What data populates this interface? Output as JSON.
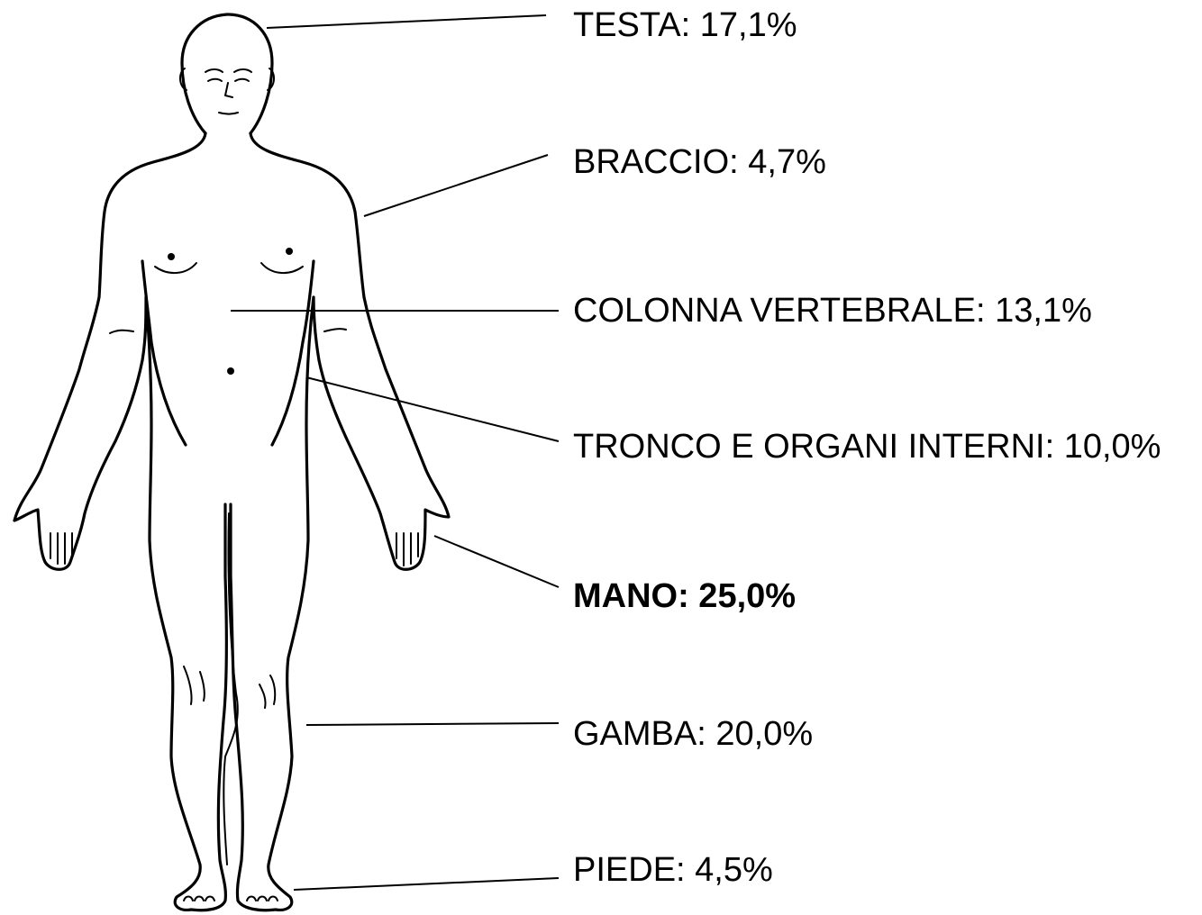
{
  "labels": [
    {
      "id": "testa",
      "text": "TESTA: 17,1%",
      "percent": 17.1,
      "bold": false
    },
    {
      "id": "braccio",
      "text": "BRACCIO: 4,7%",
      "percent": 4.7,
      "bold": false
    },
    {
      "id": "colonna",
      "text": "COLONNA VERTEBRALE: 13,1%",
      "percent": 13.1,
      "bold": false
    },
    {
      "id": "tronco",
      "text": "TRONCO E ORGANI INTERNI: 10,0%",
      "percent": 10.0,
      "bold": false
    },
    {
      "id": "mano",
      "text": "MANO: 25,0%",
      "percent": 25.0,
      "bold": true
    },
    {
      "id": "gamba",
      "text": "GAMBA: 20,0%",
      "percent": 20.0,
      "bold": false
    },
    {
      "id": "piede",
      "text": "PIEDE: 4,5%",
      "percent": 4.5,
      "bold": false
    }
  ],
  "colors": {
    "line": "#000000",
    "background": "#ffffff"
  }
}
